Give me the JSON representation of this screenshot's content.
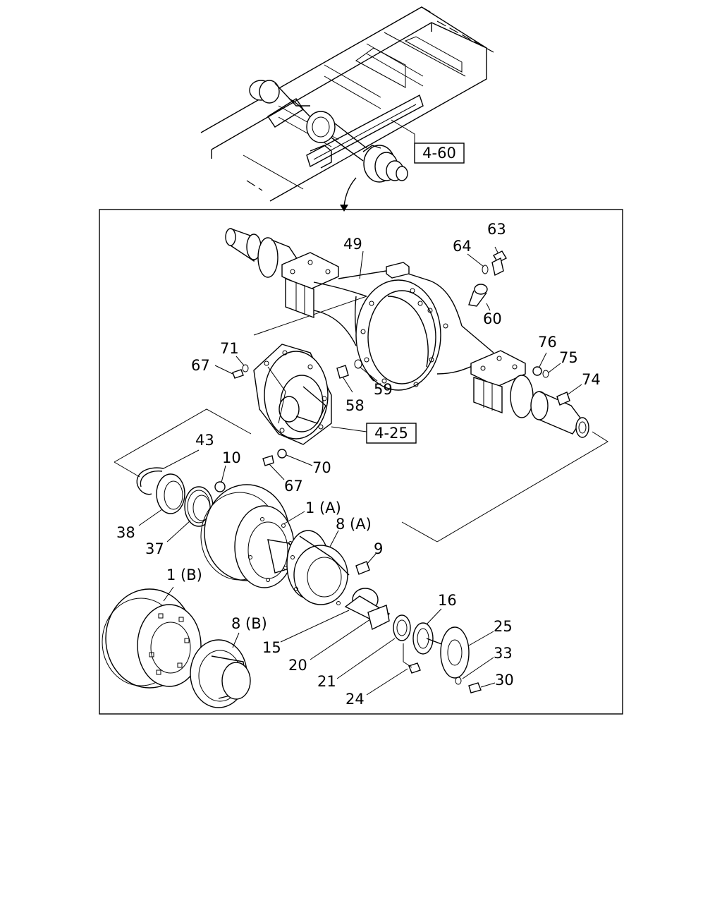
{
  "refs": {
    "frame": "4-60",
    "carrier": "4-25"
  },
  "labels": {
    "l49": "49",
    "l63": "63",
    "l64": "64",
    "l60": "60",
    "l71": "71",
    "l67a": "67",
    "l58": "58",
    "l59": "59",
    "l76": "76",
    "l75": "75",
    "l74": "74",
    "l43": "43",
    "l10": "10",
    "l70": "70",
    "l67b": "67",
    "l38": "38",
    "l37": "37",
    "l1a": "1 (A)",
    "l8a": "8 (A)",
    "l9": "9",
    "l1b": "1 (B)",
    "l8b": "8 (B)",
    "l16": "16",
    "l15": "15",
    "l20": "20",
    "l25": "25",
    "l33": "33",
    "l21": "21",
    "l30": "30",
    "l24": "24"
  }
}
